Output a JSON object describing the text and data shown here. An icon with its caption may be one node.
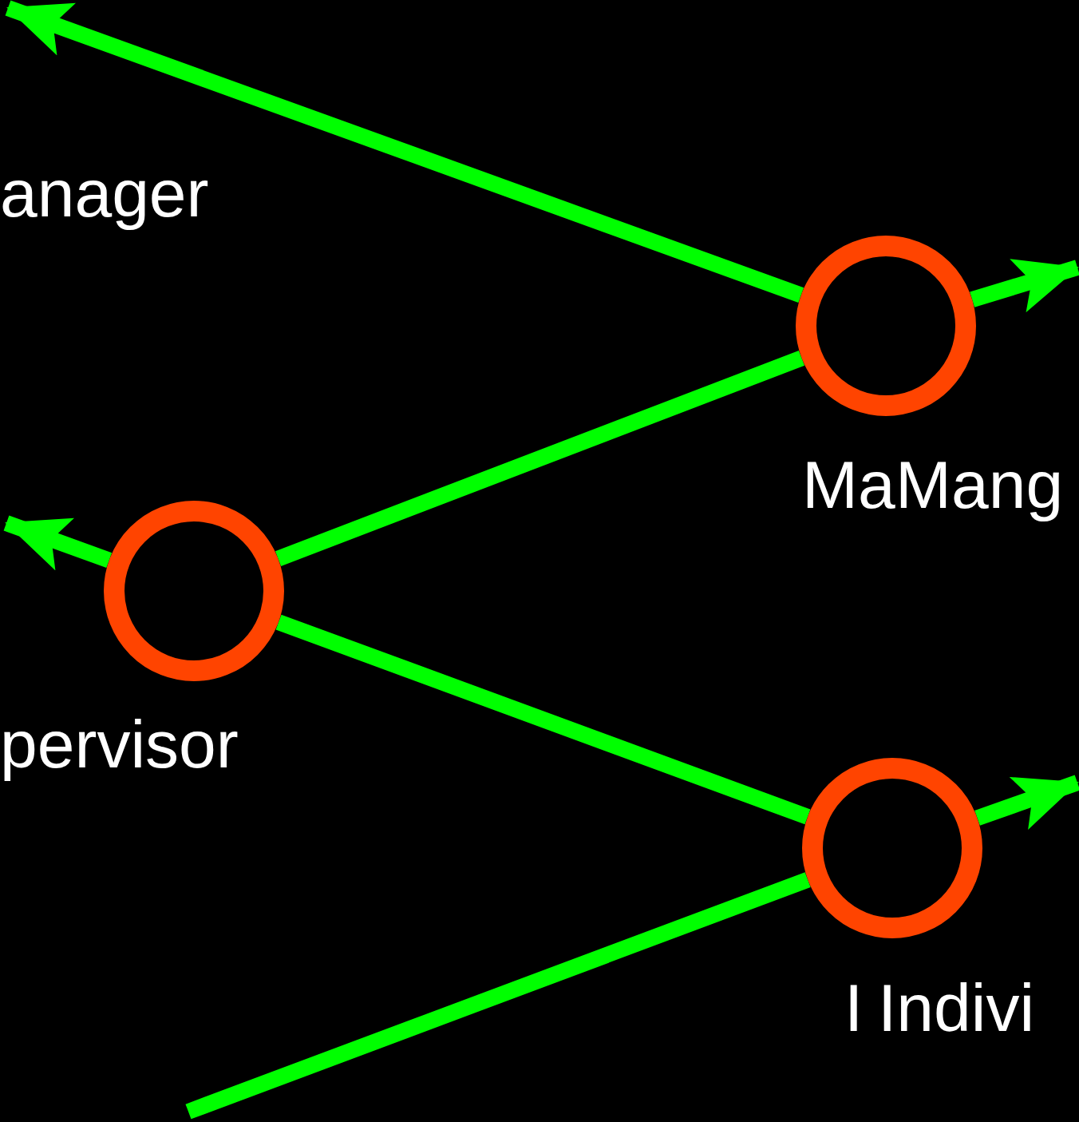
{
  "diagram": {
    "nodes": [
      {
        "text": [],
        "shape": "circle",
        "beside": [
          "Ma",
          "Mang"
        ]
      },
      {
        "text": [],
        "shape": "circle",
        "beside": [
          "pervisor"
        ]
      },
      {
        "text": [],
        "shape": "circle",
        "beside": [
          "I",
          "Indivi"
        ]
      }
    ],
    "edges": [
      {
        "from": 0,
        "to": null,
        "arrow": "to"
      },
      {
        "from": 0,
        "to": null,
        "arrow": "to"
      },
      {
        "from": 1,
        "to": 0,
        "arrow": "none"
      },
      {
        "from": 1,
        "to": null,
        "arrow": "to"
      },
      {
        "from": 2,
        "to": 1,
        "arrow": "none"
      },
      {
        "from": null,
        "to": 2,
        "arrow": "none"
      },
      {
        "from": 2,
        "to": null,
        "arrow": "to"
      }
    ],
    "labels": [
      "anager"
    ]
  }
}
